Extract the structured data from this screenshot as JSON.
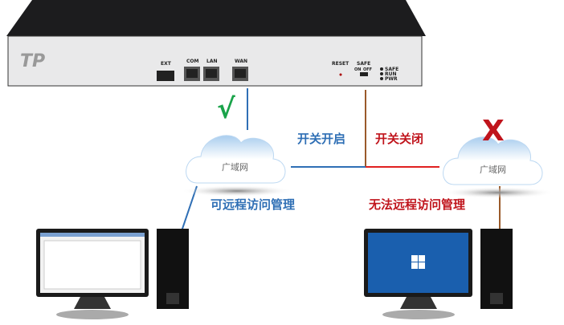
{
  "device": {
    "logo": "TP",
    "ports": {
      "ext": "EXT",
      "com": "COM",
      "lan": "LAN",
      "wan": "WAN"
    },
    "reset": "RESET",
    "safe": "SAFE",
    "on": "ON",
    "off": "OFF",
    "leds": [
      "SAFE",
      "RUN",
      "PWR"
    ]
  },
  "labels": {
    "switch_on": "开关开启",
    "switch_off": "开关关闭",
    "remote_ok": "可远程访问管理",
    "remote_fail": "无法远程访问管理",
    "wan_left": "广域网",
    "wan_right": "广域网",
    "check": "√",
    "cross": "X"
  },
  "colors": {
    "blue": "#2f6fb5",
    "red": "#c0141c",
    "brown": "#9a5a2a",
    "green": "#1aa34a"
  }
}
